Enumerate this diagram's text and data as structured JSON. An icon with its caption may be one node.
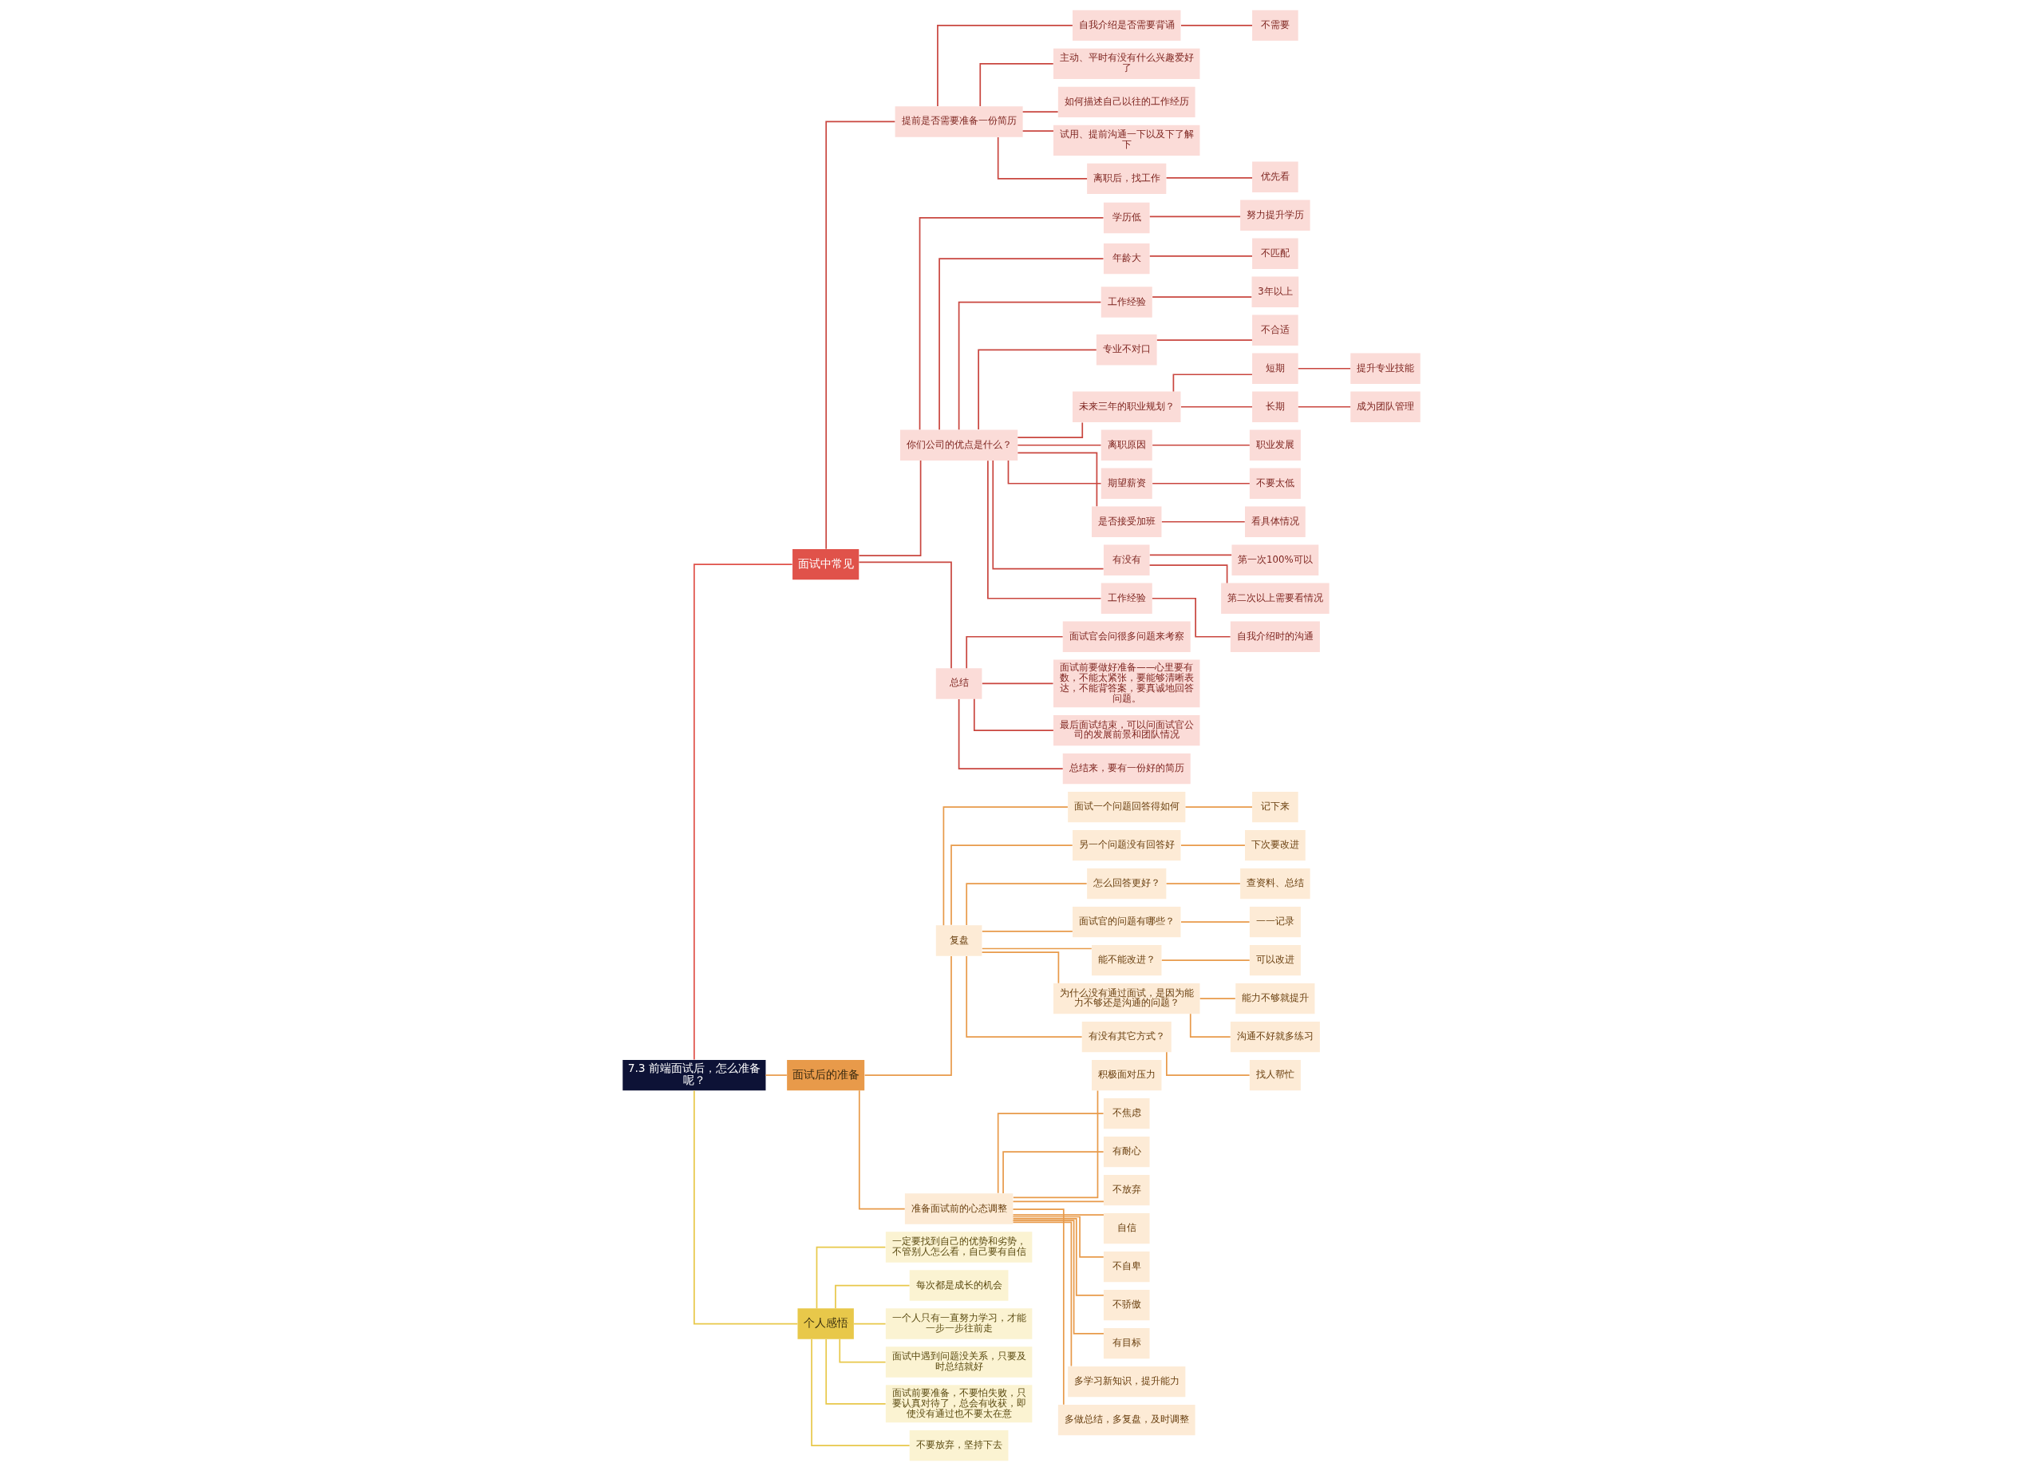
{
  "diagram": {
    "nodes": [
      {
        "text": [
          "7.3 前端面试后，怎么准备呢？"
        ]
      },
      {
        "text": [
          "面试中常见"
        ]
      },
      {
        "text": [
          "提前是否需要准备一份简历"
        ]
      },
      {
        "text": [
          "自我介绍是否需要背诵"
        ]
      },
      {
        "text": [
          "不需要"
        ]
      },
      {
        "text": [
          "主动、平时有没有什么兴趣爱好了"
        ]
      },
      {
        "text": [
          "如何描述自己以往的工作经历"
        ]
      },
      {
        "text": [
          "试用、提前沟通一下以及下了解下"
        ]
      },
      {
        "text": [
          "离职后，找工作"
        ]
      },
      {
        "text": [
          "优先看"
        ]
      },
      {
        "text": [
          "你们公司的优点是什么？"
        ]
      },
      {
        "text": [
          "学历低"
        ]
      },
      {
        "text": [
          "努力提升学历"
        ]
      },
      {
        "text": [
          "年龄大"
        ]
      },
      {
        "text": [
          "不匹配"
        ]
      },
      {
        "text": [
          "工作经验"
        ]
      },
      {
        "text": [
          "3年以上"
        ]
      },
      {
        "text": [
          "专业不对口"
        ]
      },
      {
        "text": [
          "不合适"
        ]
      },
      {
        "text": [
          "未来三年的职业规划？"
        ]
      },
      {
        "text": [
          "短期"
        ]
      },
      {
        "text": [
          "提升专业技能"
        ]
      },
      {
        "text": [
          "长期"
        ]
      },
      {
        "text": [
          "成为团队管理"
        ]
      },
      {
        "text": [
          "离职原因"
        ]
      },
      {
        "text": [
          "职业发展"
        ]
      },
      {
        "text": [
          "期望薪资"
        ]
      },
      {
        "text": [
          "不要太低"
        ]
      },
      {
        "text": [
          "是否接受加班"
        ]
      },
      {
        "text": [
          "看具体情况"
        ]
      },
      {
        "text": [
          "有没有"
        ]
      },
      {
        "text": [
          "第一次100%可以"
        ]
      },
      {
        "text": [
          "第二次以上需要看情况"
        ]
      },
      {
        "text": [
          "工作经验"
        ]
      },
      {
        "text": [
          "自我介绍时的沟通"
        ]
      },
      {
        "text": [
          "总结"
        ]
      },
      {
        "text": [
          "面试官会问很多问题来考察"
        ]
      },
      {
        "text": [
          "面试前要做好准备——心里要有数，不能太紧张，要能够清晰表达，不能背答案，要真诚地回答问题。"
        ]
      },
      {
        "text": [
          "最后面试结束，可以问面试官公司的发展前景和团队情况"
        ]
      },
      {
        "text": [
          "总结来，要有一份好的简历"
        ]
      },
      {
        "text": [
          "面试后的准备"
        ]
      },
      {
        "text": [
          "复盘"
        ]
      },
      {
        "text": [
          "面试一个问题回答得如何"
        ]
      },
      {
        "text": [
          "记下来"
        ]
      },
      {
        "text": [
          "另一个问题没有回答好"
        ]
      },
      {
        "text": [
          "下次要改进"
        ]
      },
      {
        "text": [
          "怎么回答更好？"
        ]
      },
      {
        "text": [
          "查资料、总结"
        ]
      },
      {
        "text": [
          "面试官的问题有哪些？"
        ]
      },
      {
        "text": [
          "一一记录"
        ]
      },
      {
        "text": [
          "能不能改进？"
        ]
      },
      {
        "text": [
          "可以改进"
        ]
      },
      {
        "text": [
          "为什么没有通过面试，是因为能力不够还是沟通的问题？"
        ]
      },
      {
        "text": [
          "能力不够就提升"
        ]
      },
      {
        "text": [
          "沟通不好就多练习"
        ]
      },
      {
        "text": [
          "有没有其它方式？"
        ]
      },
      {
        "text": [
          "找人帮忙"
        ]
      },
      {
        "text": [
          "准备面试前的心态调整"
        ]
      },
      {
        "text": [
          "积极面对压力"
        ]
      },
      {
        "text": [
          "不焦虑"
        ]
      },
      {
        "text": [
          "有耐心"
        ]
      },
      {
        "text": [
          "不放弃"
        ]
      },
      {
        "text": [
          "自信"
        ]
      },
      {
        "text": [
          "不自卑"
        ]
      },
      {
        "text": [
          "不骄傲"
        ]
      },
      {
        "text": [
          "有目标"
        ]
      },
      {
        "text": [
          "多学习新知识，提升能力"
        ]
      },
      {
        "text": [
          "多做总结，多复盘，及时调整"
        ]
      },
      {
        "text": [
          "个人感悟"
        ]
      },
      {
        "text": [
          "一定要找到自己的优势和劣势，不管别人怎么看，自己要有自信"
        ]
      },
      {
        "text": [
          "每次都是成长的机会"
        ]
      },
      {
        "text": [
          "一个人只有一直努力学习，才能一步一步往前走"
        ]
      },
      {
        "text": [
          "面试中遇到问题没关系，只要及时总结就好"
        ]
      },
      {
        "text": [
          "面试前要准备，不要怕失败，只要认真对待了，总会有收获，即使没有通过也不要太在意"
        ]
      },
      {
        "text": [
          "不要放弃，坚持下去"
        ]
      }
    ],
    "edges": [
      {
        "from": 0,
        "to": 1,
        "arrow": "none",
        "color": "#e0524a"
      },
      {
        "from": 1,
        "to": 2,
        "arrow": "none"
      },
      {
        "from": 2,
        "to": 3,
        "arrow": "none"
      },
      {
        "from": 3,
        "to": 4,
        "arrow": "none"
      },
      {
        "from": 2,
        "to": 5,
        "arrow": "none"
      },
      {
        "from": 2,
        "to": 6,
        "arrow": "none"
      },
      {
        "from": 2,
        "to": 7,
        "arrow": "none"
      },
      {
        "from": 2,
        "to": 8,
        "arrow": "none"
      },
      {
        "from": 8,
        "to": 9,
        "arrow": "none"
      },
      {
        "from": 1,
        "to": 10,
        "arrow": "none"
      },
      {
        "from": 10,
        "to": 11,
        "arrow": "none"
      },
      {
        "from": 11,
        "to": 12,
        "arrow": "none"
      },
      {
        "from": 10,
        "to": 13,
        "arrow": "none"
      },
      {
        "from": 13,
        "to": 14,
        "arrow": "none"
      },
      {
        "from": 10,
        "to": 15,
        "arrow": "none"
      },
      {
        "from": 15,
        "to": 16,
        "arrow": "none"
      },
      {
        "from": 10,
        "to": 17,
        "arrow": "none"
      },
      {
        "from": 17,
        "to": 18,
        "arrow": "none"
      },
      {
        "from": 10,
        "to": 19,
        "arrow": "none"
      },
      {
        "from": 19,
        "to": 20,
        "arrow": "none"
      },
      {
        "from": 20,
        "to": 21,
        "arrow": "none"
      },
      {
        "from": 19,
        "to": 22,
        "arrow": "none"
      },
      {
        "from": 22,
        "to": 23,
        "arrow": "none"
      },
      {
        "from": 10,
        "to": 24,
        "arrow": "none"
      },
      {
        "from": 24,
        "to": 25,
        "arrow": "none"
      },
      {
        "from": 10,
        "to": 26,
        "arrow": "none"
      },
      {
        "from": 26,
        "to": 27,
        "arrow": "none"
      },
      {
        "from": 10,
        "to": 28,
        "arrow": "none"
      },
      {
        "from": 28,
        "to": 29,
        "arrow": "none"
      },
      {
        "from": 10,
        "to": 30,
        "arrow": "none"
      },
      {
        "from": 30,
        "to": 31,
        "arrow": "none"
      },
      {
        "from": 30,
        "to": 32,
        "arrow": "none"
      },
      {
        "from": 10,
        "to": 33,
        "arrow": "none"
      },
      {
        "from": 33,
        "to": 34,
        "arrow": "none"
      },
      {
        "from": 1,
        "to": 35,
        "arrow": "none"
      },
      {
        "from": 35,
        "to": 36,
        "arrow": "none"
      },
      {
        "from": 35,
        "to": 37,
        "arrow": "none"
      },
      {
        "from": 35,
        "to": 38,
        "arrow": "none"
      },
      {
        "from": 35,
        "to": 39,
        "arrow": "none"
      },
      {
        "from": 0,
        "to": 40,
        "arrow": "none",
        "color": "#e89a4a"
      },
      {
        "from": 40,
        "to": 41,
        "arrow": "none",
        "color": "#e89a4a"
      },
      {
        "from": 41,
        "to": 42,
        "arrow": "none",
        "color": "#e89a4a"
      },
      {
        "from": 42,
        "to": 43,
        "arrow": "none",
        "color": "#e89a4a"
      },
      {
        "from": 41,
        "to": 44,
        "arrow": "none",
        "color": "#e89a4a"
      },
      {
        "from": 44,
        "to": 45,
        "arrow": "none",
        "color": "#e89a4a"
      },
      {
        "from": 41,
        "to": 46,
        "arrow": "none",
        "color": "#e89a4a"
      },
      {
        "from": 46,
        "to": 47,
        "arrow": "none",
        "color": "#e89a4a"
      },
      {
        "from": 41,
        "to": 48,
        "arrow": "none",
        "color": "#e89a4a"
      },
      {
        "from": 48,
        "to": 49,
        "arrow": "none",
        "color": "#e89a4a"
      },
      {
        "from": 41,
        "to": 50,
        "arrow": "none",
        "color": "#e89a4a"
      },
      {
        "from": 50,
        "to": 51,
        "arrow": "none",
        "color": "#e89a4a"
      },
      {
        "from": 41,
        "to": 52,
        "arrow": "none",
        "color": "#e89a4a"
      },
      {
        "from": 52,
        "to": 53,
        "arrow": "none",
        "color": "#e89a4a"
      },
      {
        "from": 52,
        "to": 54,
        "arrow": "none",
        "color": "#e89a4a"
      },
      {
        "from": 41,
        "to": 55,
        "arrow": "none",
        "color": "#e89a4a"
      },
      {
        "from": 55,
        "to": 56,
        "arrow": "none",
        "color": "#e89a4a"
      },
      {
        "from": 40,
        "to": 57,
        "arrow": "none",
        "color": "#e89a4a"
      },
      {
        "from": 57,
        "to": 58,
        "arrow": "none",
        "color": "#e89a4a"
      },
      {
        "from": 57,
        "to": 59,
        "arrow": "none",
        "color": "#e89a4a"
      },
      {
        "from": 57,
        "to": 60,
        "arrow": "none",
        "color": "#e89a4a"
      },
      {
        "from": 57,
        "to": 61,
        "arrow": "none",
        "color": "#e89a4a"
      },
      {
        "from": 57,
        "to": 62,
        "arrow": "none",
        "color": "#e89a4a"
      },
      {
        "from": 57,
        "to": 63,
        "arrow": "none",
        "color": "#e89a4a"
      },
      {
        "from": 57,
        "to": 64,
        "arrow": "none",
        "color": "#e89a4a"
      },
      {
        "from": 57,
        "to": 65,
        "arrow": "none",
        "color": "#e89a4a"
      },
      {
        "from": 57,
        "to": 66,
        "arrow": "none",
        "color": "#e89a4a"
      },
      {
        "from": 57,
        "to": 67,
        "arrow": "none",
        "color": "#e89a4a"
      },
      {
        "from": 0,
        "to": 68,
        "arrow": "none",
        "color": "#e8c84a"
      },
      {
        "from": 68,
        "to": 69,
        "arrow": "none",
        "color": "#e8c84a"
      },
      {
        "from": 68,
        "to": 70,
        "arrow": "none",
        "color": "#e8c84a"
      },
      {
        "from": 68,
        "to": 71,
        "arrow": "none",
        "color": "#e8c84a"
      },
      {
        "from": 68,
        "to": 72,
        "arrow": "none",
        "color": "#e8c84a"
      },
      {
        "from": 68,
        "to": 73,
        "arrow": "none",
        "color": "#e8c84a"
      },
      {
        "from": 68,
        "to": 74,
        "arrow": "none",
        "color": "#e8c84a"
      }
    ]
  }
}
